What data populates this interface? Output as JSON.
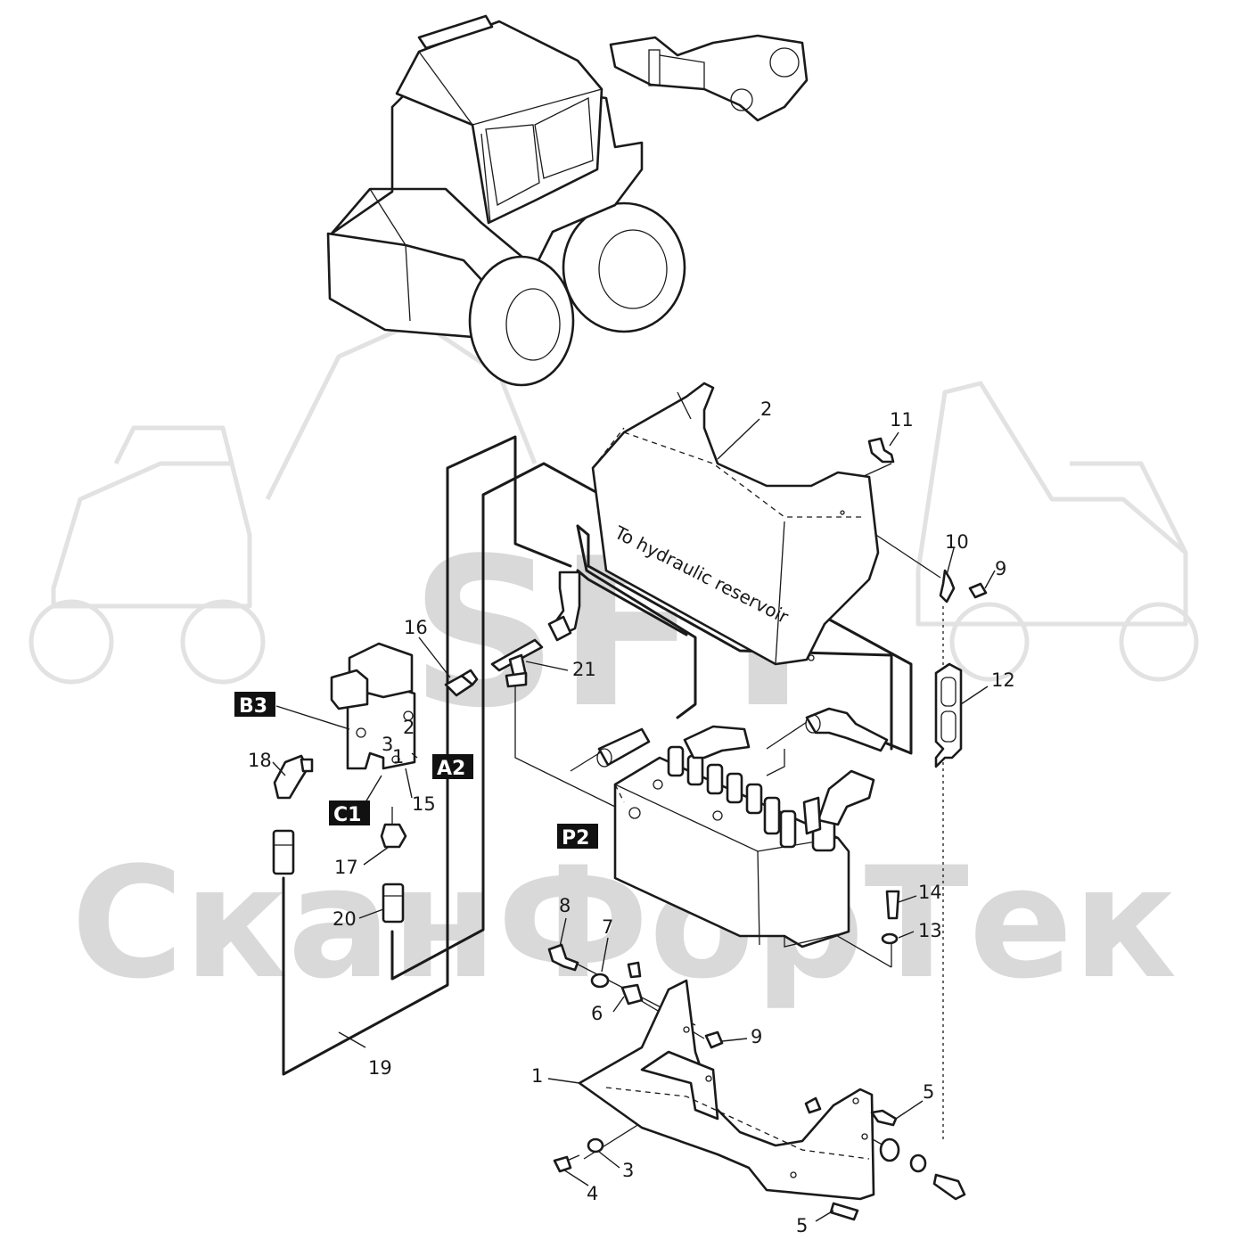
{
  "watermark": {
    "logo_text": "SFT",
    "brand_text": "СканФорТек"
  },
  "annotation": {
    "hose_note": "To hydraulic reservoir"
  },
  "port_tags": {
    "b3": "B3",
    "a2": "A2",
    "c1": "C1",
    "p2": "P2"
  },
  "valve_port_numbers": {
    "p1": "1",
    "p2": "2",
    "p3": "3"
  },
  "part_numbers": {
    "n1": "1",
    "n2": "2",
    "n3": "3",
    "n4": "4",
    "n5a": "5",
    "n5b": "5",
    "n6": "6",
    "n7": "7",
    "n8": "8",
    "n9a": "9",
    "n9b": "9",
    "n10": "10",
    "n11": "11",
    "n12": "12",
    "n13": "13",
    "n14": "14",
    "n15": "15",
    "n16": "16",
    "n17": "17",
    "n18": "18",
    "n19": "19",
    "n20": "20",
    "n21": "21"
  },
  "colors": {
    "line": "#1a1a1a",
    "tag_background": "#111111",
    "tag_text": "#ffffff",
    "watermark": "#d9d9d9"
  }
}
